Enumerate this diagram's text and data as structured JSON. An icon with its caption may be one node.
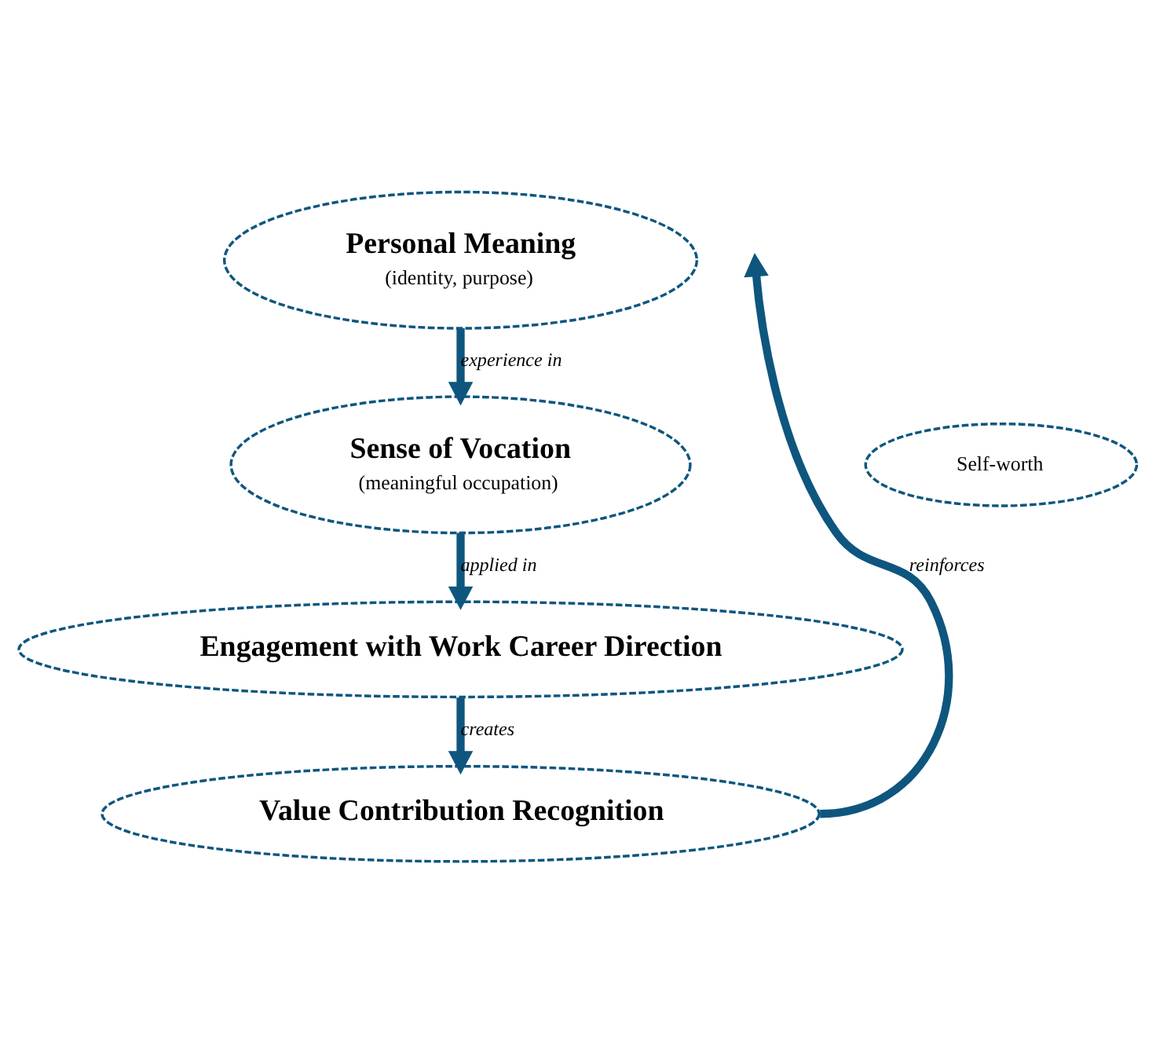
{
  "diagram": {
    "nodes": [
      {
        "text": [
          "Personal Meaning",
          "(identity, purpose)"
        ]
      },
      {
        "text": [
          "Self-worth"
        ]
      },
      {
        "text": [
          "Sense of Vocation",
          "(meaningful occupation)"
        ]
      },
      {
        "text": [
          "Engagement with Work Career Direction"
        ]
      },
      {
        "text": [
          "Value Contribution Recognition"
        ]
      }
    ],
    "edges": [
      {
        "from": 0,
        "to": 2,
        "arrow": "to",
        "label": "experience in"
      },
      {
        "from": 2,
        "to": 3,
        "arrow": "to",
        "label": "applied in"
      },
      {
        "from": 3,
        "to": 4,
        "arrow": "to",
        "label": "creates"
      },
      {
        "from": 4,
        "to": null,
        "arrow": "to",
        "label": "reinforces"
      }
    ]
  }
}
